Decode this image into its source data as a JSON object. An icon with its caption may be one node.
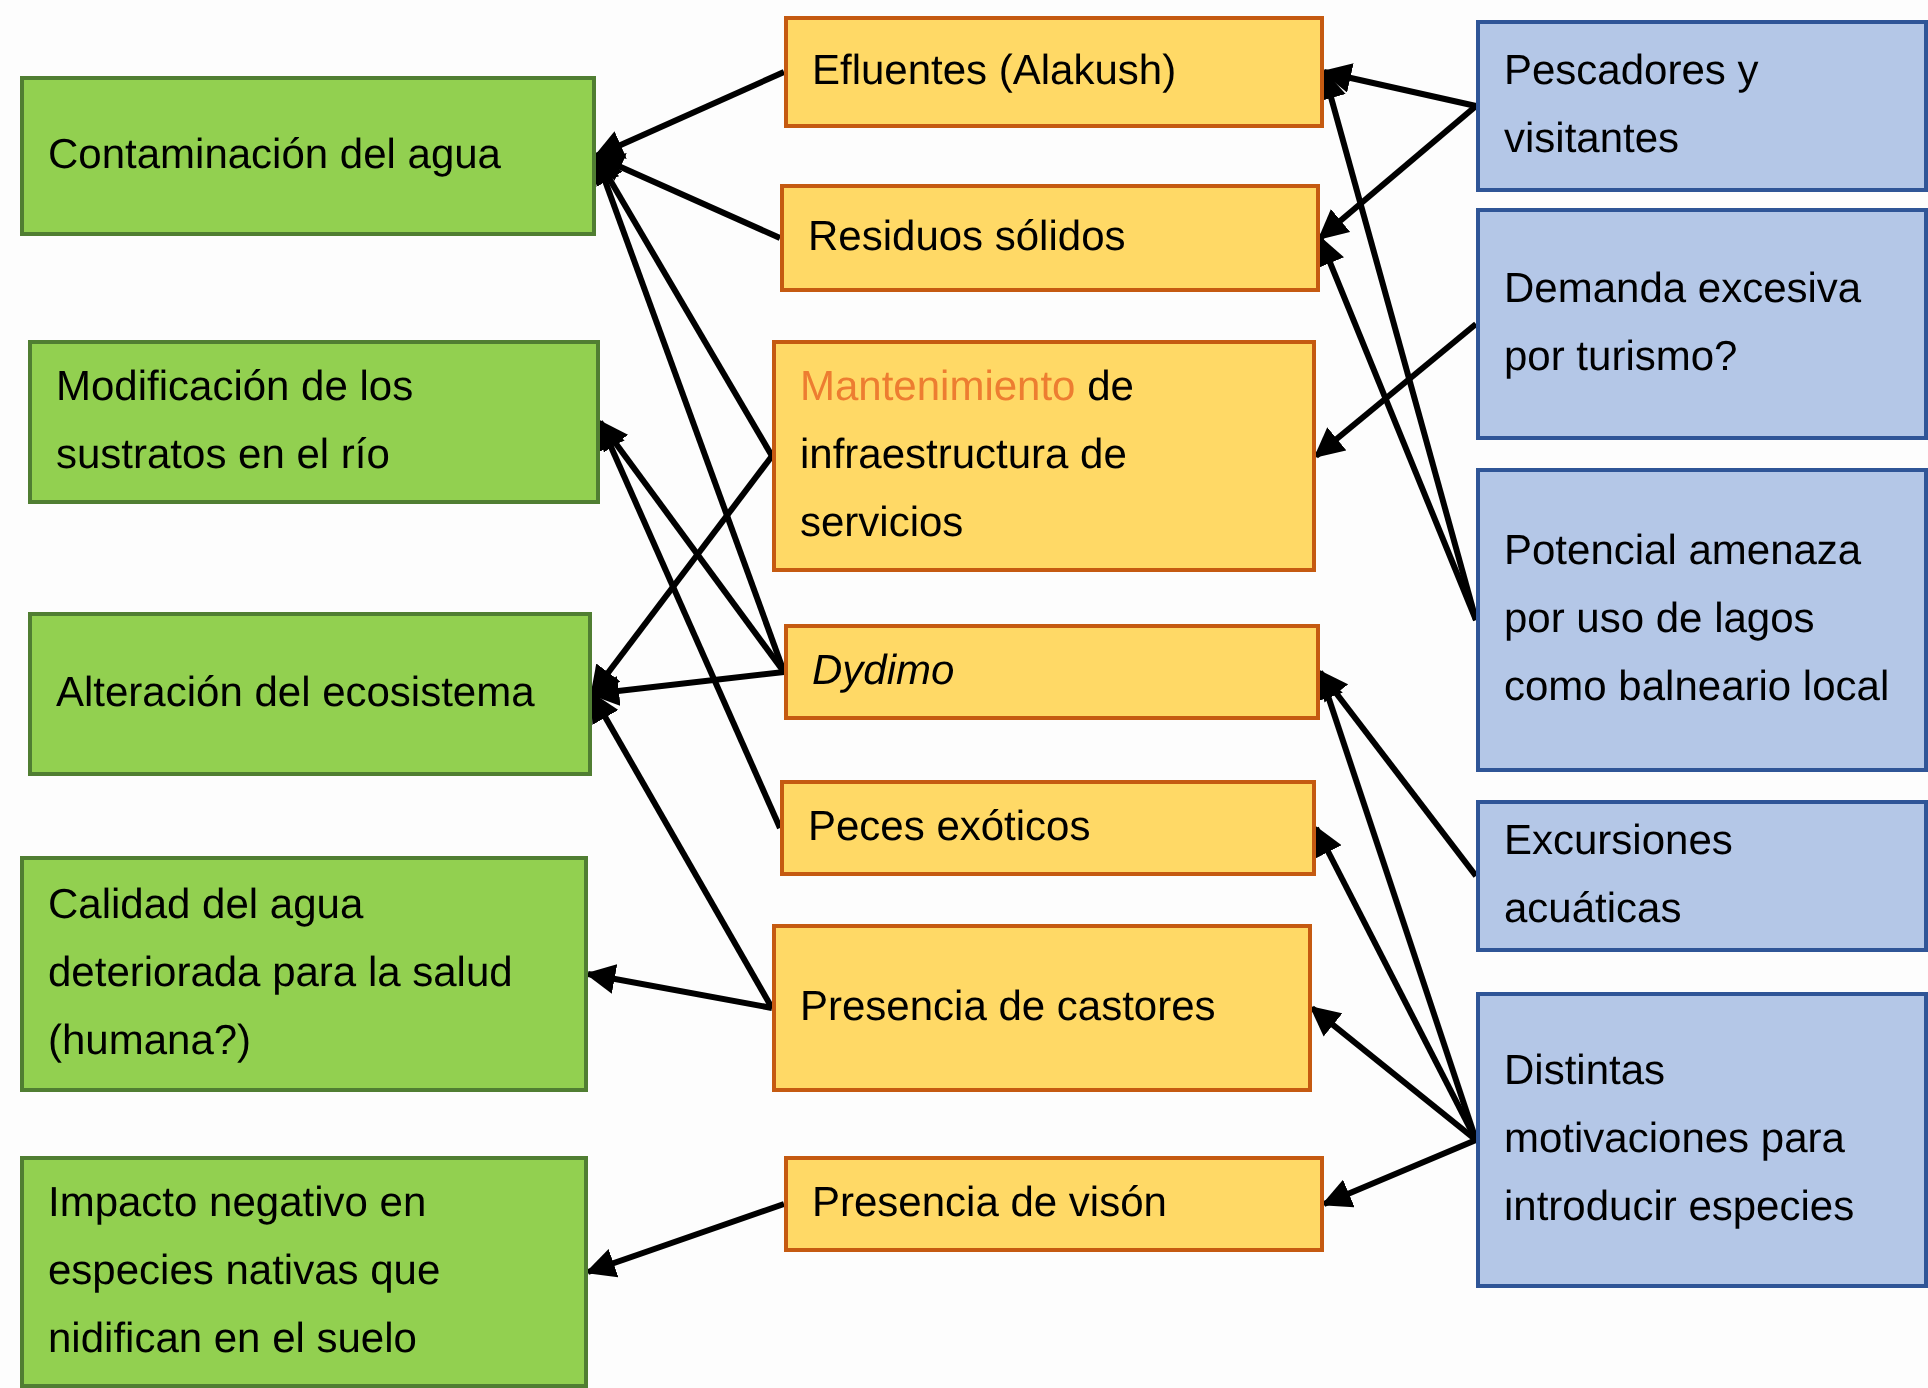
{
  "diagram": {
    "nodes": [
      {
        "text": [
          "Contaminación del agua"
        ]
      },
      {
        "text": [
          "Modificación de los sustratos en el río"
        ]
      },
      {
        "text": [
          "Alteración del ecosistema"
        ]
      },
      {
        "text": [
          "Calidad del agua deteriorada para la salud (humana?)"
        ]
      },
      {
        "text": [
          "Impacto negativo en especies nativas que nidifican en el suelo"
        ]
      },
      {
        "text": [
          "Efluentes (Alakush)"
        ]
      },
      {
        "text": [
          "Residuos sólidos"
        ]
      },
      {
        "text": [
          "Mantenimiento de infraestructura de servicios"
        ]
      },
      {
        "text": [
          "Dydimo"
        ]
      },
      {
        "text": [
          "Peces exóticos"
        ]
      },
      {
        "text": [
          "Presencia de castores"
        ]
      },
      {
        "text": [
          "Presencia de visón"
        ]
      },
      {
        "text": [
          "Pescadores y visitantes"
        ]
      },
      {
        "text": [
          "Demanda excesiva por turismo?"
        ]
      },
      {
        "text": [
          "Potencial amenaza por uso de lagos como balneario local"
        ]
      },
      {
        "text": [
          "Excursiones acuáticas"
        ]
      },
      {
        "text": [
          "Distintas motivaciones para introducir especies"
        ]
      }
    ],
    "edges": [
      {
        "from": 5,
        "to": 0,
        "arrow": "to"
      },
      {
        "from": 6,
        "to": 0,
        "arrow": "to"
      },
      {
        "from": 7,
        "to": 0,
        "arrow": "to"
      },
      {
        "from": 8,
        "to": 0,
        "arrow": "to"
      },
      {
        "from": 8,
        "to": 1,
        "arrow": "to"
      },
      {
        "from": 9,
        "to": 1,
        "arrow": "to"
      },
      {
        "from": 7,
        "to": 2,
        "arrow": "to"
      },
      {
        "from": 8,
        "to": 2,
        "arrow": "to"
      },
      {
        "from": 10,
        "to": 2,
        "arrow": "to"
      },
      {
        "from": 10,
        "to": 3,
        "arrow": "to"
      },
      {
        "from": 11,
        "to": 4,
        "arrow": "to"
      },
      {
        "from": 12,
        "to": 5,
        "arrow": "to"
      },
      {
        "from": 12,
        "to": 6,
        "arrow": "to"
      },
      {
        "from": 13,
        "to": 7,
        "arrow": "to"
      },
      {
        "from": 14,
        "to": 5,
        "arrow": "to"
      },
      {
        "from": 14,
        "to": 6,
        "arrow": "to"
      },
      {
        "from": 15,
        "to": 8,
        "arrow": "to"
      },
      {
        "from": 16,
        "to": 8,
        "arrow": "to"
      },
      {
        "from": 16,
        "to": 9,
        "arrow": "to"
      },
      {
        "from": 16,
        "to": 10,
        "arrow": "to"
      },
      {
        "from": 16,
        "to": 11,
        "arrow": "to"
      }
    ]
  }
}
